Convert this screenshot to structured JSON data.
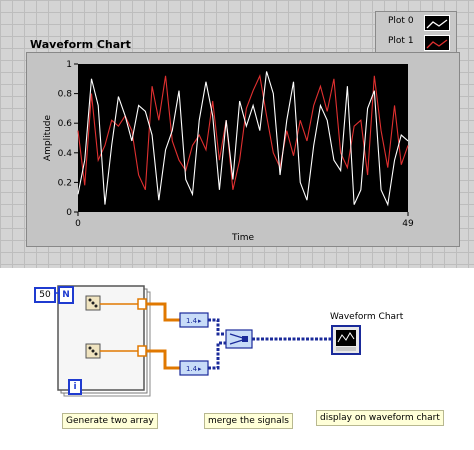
{
  "front_panel": {
    "chart_label": "Waveform Chart",
    "legend": [
      {
        "label": "Plot 0",
        "color": "#ffffff"
      },
      {
        "label": "Plot 1",
        "color": "#e03030"
      }
    ]
  },
  "chart_data": {
    "type": "line",
    "title": "Waveform Chart",
    "xlabel": "Time",
    "ylabel": "Amplitude",
    "xlim": [
      0,
      49
    ],
    "ylim": [
      0,
      1
    ],
    "x_ticks": [
      "0",
      "49"
    ],
    "y_ticks": [
      "0",
      "0.2",
      "0.4",
      "0.6",
      "0.8",
      "1"
    ],
    "grid": false,
    "legend_position": "top-right",
    "series": [
      {
        "name": "Plot 0",
        "color": "#ffffff",
        "values": [
          0.12,
          0.35,
          0.9,
          0.72,
          0.05,
          0.45,
          0.78,
          0.65,
          0.48,
          0.72,
          0.68,
          0.52,
          0.08,
          0.42,
          0.55,
          0.82,
          0.22,
          0.12,
          0.62,
          0.88,
          0.65,
          0.15,
          0.62,
          0.22,
          0.75,
          0.58,
          0.72,
          0.55,
          0.95,
          0.8,
          0.25,
          0.62,
          0.88,
          0.2,
          0.08,
          0.45,
          0.72,
          0.62,
          0.35,
          0.28,
          0.85,
          0.05,
          0.15,
          0.7,
          0.82,
          0.15,
          0.05,
          0.35,
          0.52,
          0.48
        ]
      },
      {
        "name": "Plot 1",
        "color": "#e03030",
        "values": [
          0.55,
          0.18,
          0.8,
          0.35,
          0.45,
          0.62,
          0.58,
          0.65,
          0.55,
          0.25,
          0.15,
          0.85,
          0.62,
          0.92,
          0.48,
          0.35,
          0.28,
          0.45,
          0.52,
          0.42,
          0.75,
          0.35,
          0.62,
          0.15,
          0.35,
          0.7,
          0.82,
          0.92,
          0.65,
          0.4,
          0.3,
          0.55,
          0.38,
          0.62,
          0.48,
          0.72,
          0.85,
          0.68,
          0.9,
          0.4,
          0.3,
          0.58,
          0.62,
          0.25,
          0.92,
          0.55,
          0.3,
          0.72,
          0.32,
          0.45
        ]
      }
    ]
  },
  "diagram": {
    "constant_value": "50",
    "n_label": "N",
    "i_label": "i",
    "terminal_label": "Waveform Chart",
    "comments": {
      "generate": "Generate two array",
      "merge": "merge the signals",
      "display": "display on waveform chart"
    },
    "wire_colors": {
      "numeric": "#e07800",
      "dynamic": "#1a2a9a"
    }
  }
}
